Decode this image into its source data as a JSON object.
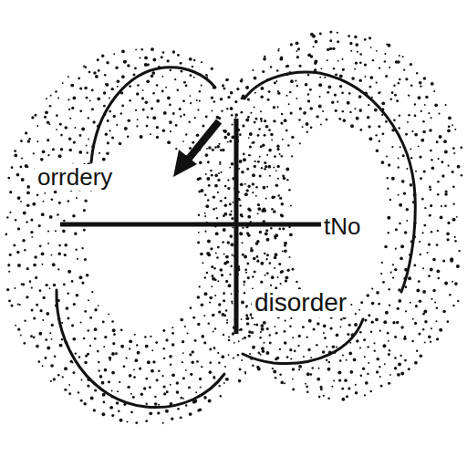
{
  "diagram": {
    "labels": [
      "orrdery",
      "tNo",
      "disorder"
    ]
  }
}
